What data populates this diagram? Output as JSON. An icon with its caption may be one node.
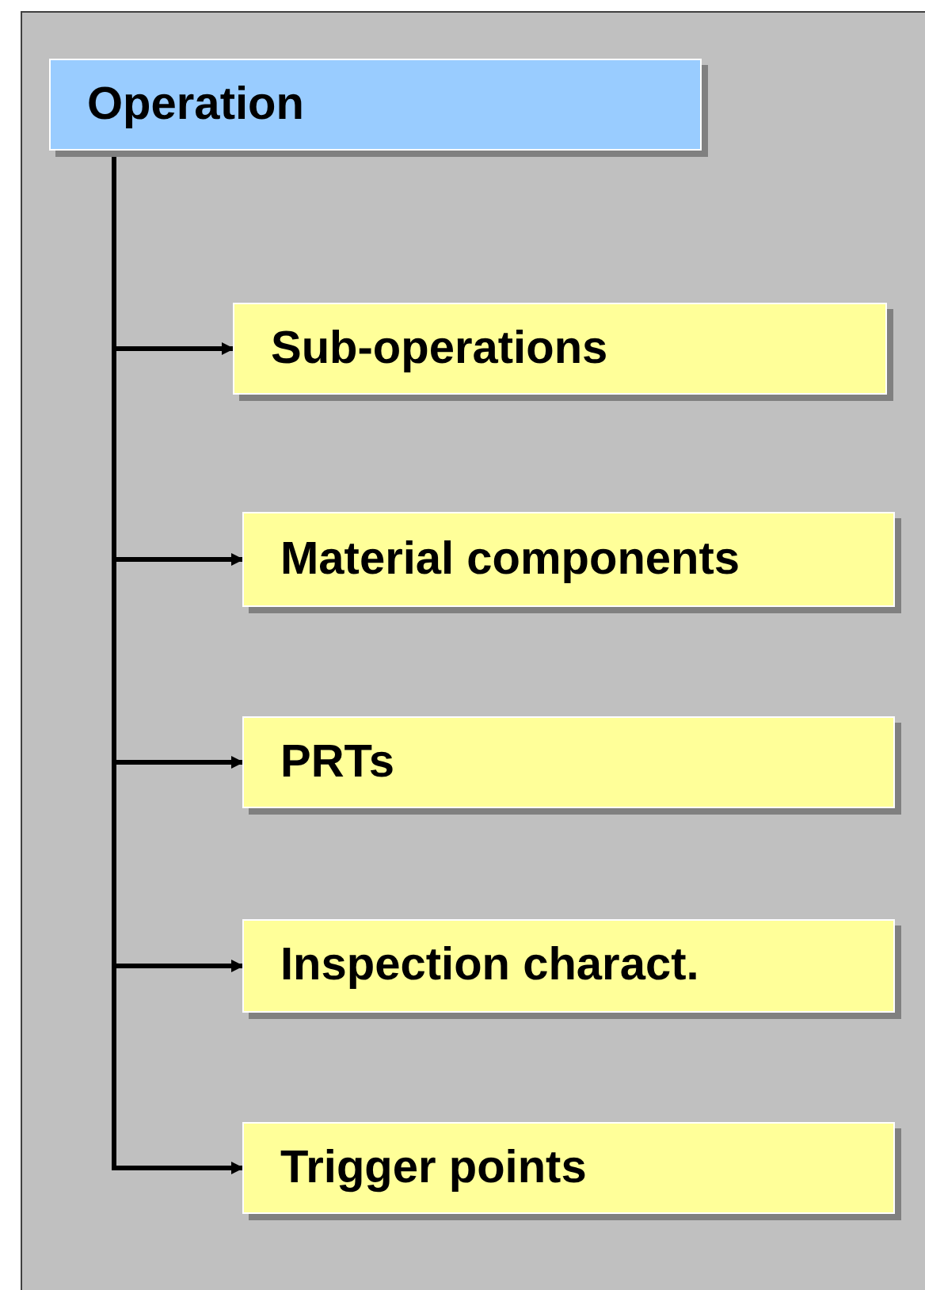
{
  "diagram": {
    "nodes": [
      {
        "text": [
          "Operation"
        ]
      },
      {
        "text": [
          "Sub-operations"
        ]
      },
      {
        "text": [
          "Material components"
        ]
      },
      {
        "text": [
          "PRTs"
        ]
      },
      {
        "text": [
          "Inspection charact."
        ]
      },
      {
        "text": [
          "Trigger points"
        ]
      }
    ],
    "edges": [
      {
        "from": 0,
        "to": 1,
        "arrow": "to"
      },
      {
        "from": 0,
        "to": 2,
        "arrow": "to"
      },
      {
        "from": 0,
        "to": 3,
        "arrow": "to"
      },
      {
        "from": 0,
        "to": 4,
        "arrow": "to"
      },
      {
        "from": 0,
        "to": 5,
        "arrow": "to"
      }
    ]
  }
}
